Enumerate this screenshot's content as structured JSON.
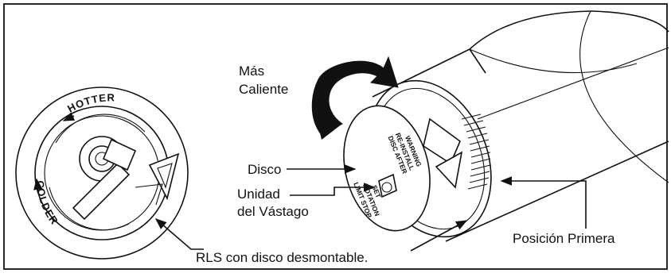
{
  "labels": {
    "mas_caliente_1": "Más",
    "mas_caliente_2": "Caliente",
    "disco": "Disco",
    "unidad_1": "Unidad",
    "unidad_2": "del Vástago",
    "rls": "RLS con disco desmontable.",
    "posicion": "Posición Primera"
  },
  "dial": {
    "hotter": "HOTTER",
    "colder": "COLDER"
  },
  "disc_text": {
    "line1": "WARNING",
    "line2": "RE-INSTALL",
    "line3": "DISC AFTER",
    "line4": "SET",
    "line5": "ROTATION",
    "line6": "LIMIT STOP"
  }
}
